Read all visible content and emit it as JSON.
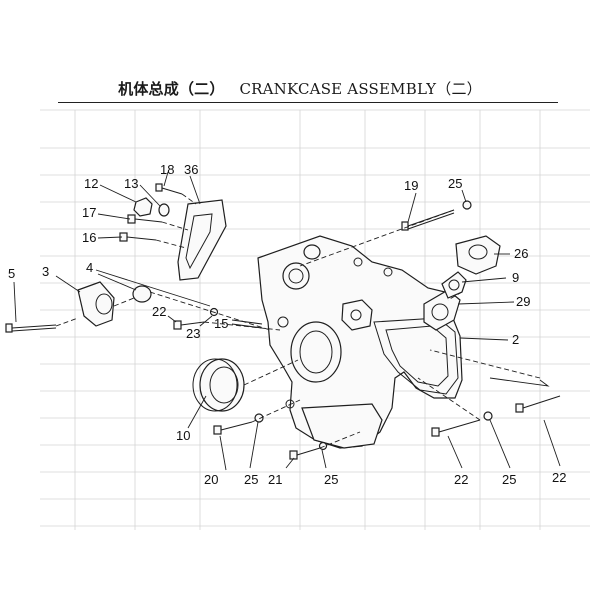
{
  "title": {
    "chinese": "机体总成（二）",
    "english": "CRANKCASE ASSEMBLY（二）"
  },
  "callouts": [
    "5",
    "3",
    "4",
    "12",
    "13",
    "18",
    "36",
    "17",
    "16",
    "22",
    "23",
    "15",
    "10",
    "19",
    "25",
    "26",
    "9",
    "29",
    "2",
    "20",
    "25",
    "21",
    "25",
    "22",
    "25",
    "22"
  ],
  "colors": {
    "line": "#1f1f1f",
    "grid": "#d4d4d4",
    "paper": "#ffffff"
  }
}
